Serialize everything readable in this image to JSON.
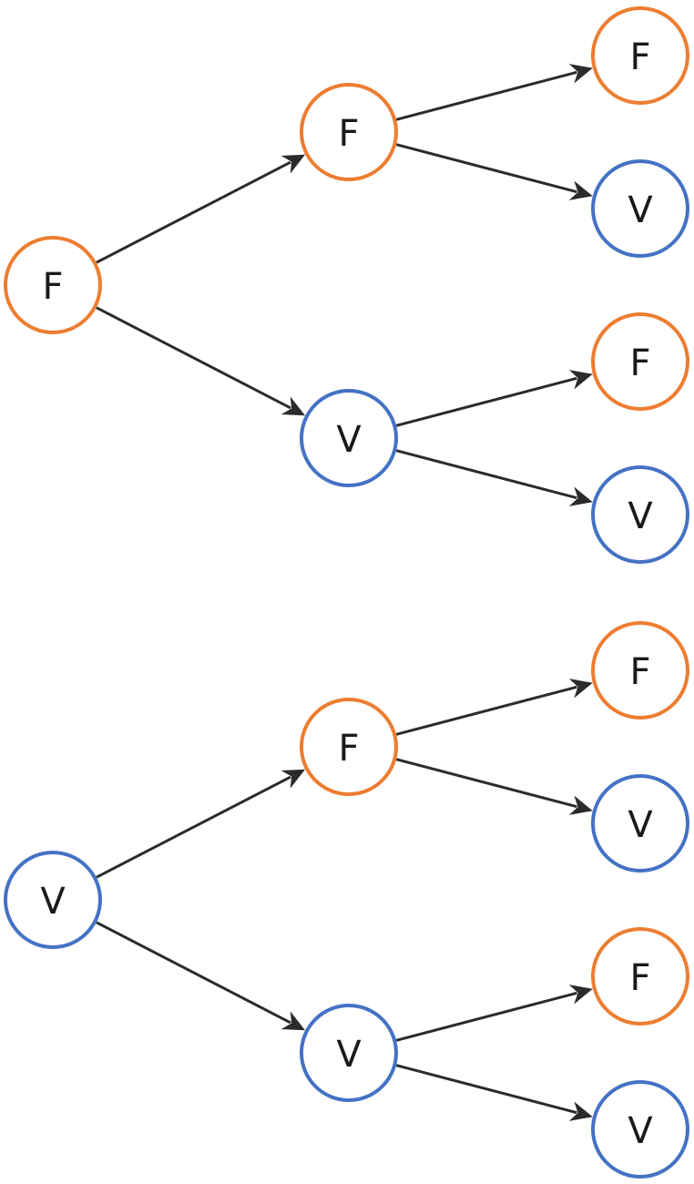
{
  "colors": {
    "F": "#ed7d31",
    "V": "#4472c4",
    "edge": "#2b2b2b"
  },
  "trees": [
    {
      "root": {
        "label": "F",
        "type": "F"
      },
      "children": [
        {
          "node": {
            "label": "F",
            "type": "F"
          },
          "leaves": [
            {
              "label": "F",
              "type": "F"
            },
            {
              "label": "V",
              "type": "V"
            }
          ]
        },
        {
          "node": {
            "label": "V",
            "type": "V"
          },
          "leaves": [
            {
              "label": "F",
              "type": "F"
            },
            {
              "label": "V",
              "type": "V"
            }
          ]
        }
      ]
    },
    {
      "root": {
        "label": "V",
        "type": "V"
      },
      "children": [
        {
          "node": {
            "label": "F",
            "type": "F"
          },
          "leaves": [
            {
              "label": "F",
              "type": "F"
            },
            {
              "label": "V",
              "type": "V"
            }
          ]
        },
        {
          "node": {
            "label": "V",
            "type": "V"
          },
          "leaves": [
            {
              "label": "F",
              "type": "F"
            },
            {
              "label": "V",
              "type": "V"
            }
          ]
        }
      ]
    }
  ]
}
